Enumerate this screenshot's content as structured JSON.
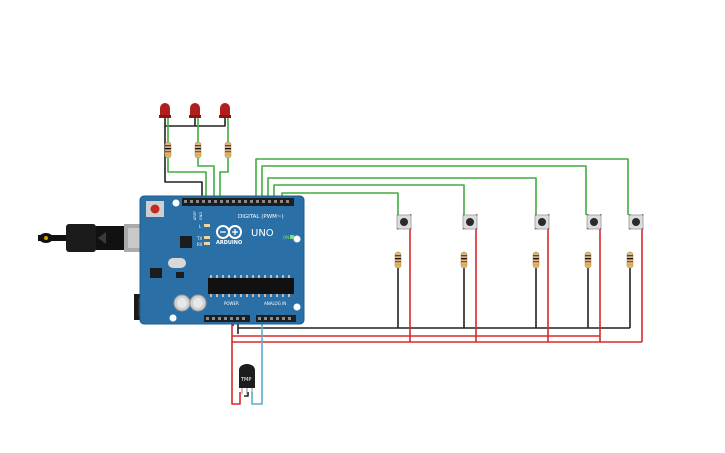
{
  "board": {
    "brand": "ARDUINO",
    "model": "UNO",
    "digital_label": "DIGITAL (PWM~)",
    "power_label": "POWER",
    "analog_label": "ANALOG IN",
    "on_label": "ON",
    "tx_label": "TX",
    "rx_label": "RX",
    "l_label": "L",
    "aref_label": "AREF",
    "gnd_label": "GND"
  },
  "sensor": {
    "label": "TMP"
  },
  "colors": {
    "board": "#2a6fa6",
    "wire_green": "#3fae3f",
    "wire_black": "#222222",
    "wire_red": "#d8282a",
    "wire_blue": "#5aaed0",
    "led": "#b01e1e",
    "button_body": "#d9d9d9"
  },
  "components": {
    "leds": 3,
    "buttons": 5,
    "resistors": 8
  }
}
